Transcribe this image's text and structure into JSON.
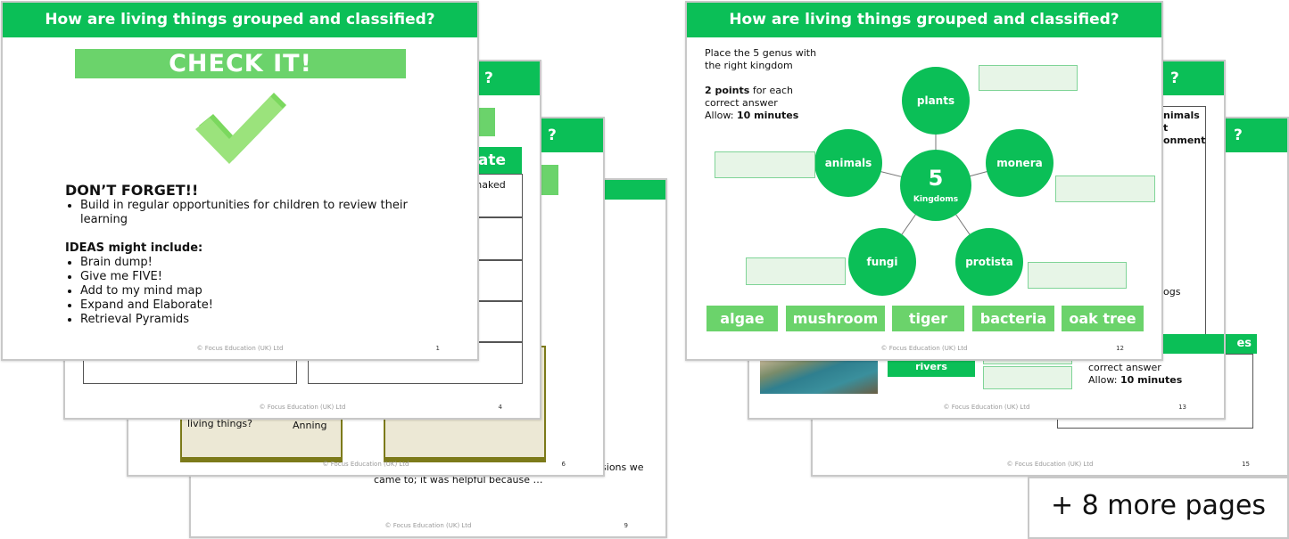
{
  "left": {
    "front": {
      "title": "How are living things grouped and classified?",
      "banner": "CHECK IT!",
      "heading": "DON’T FORGET!!",
      "bullets": [
        "Build in regular opportunities for children to review their learning"
      ],
      "ideas_heading": "IDEAS might include:",
      "ideas": [
        "Brain dump!",
        "Give me FIVE!",
        "Add to my mind map",
        "Expand and Elaborate!",
        "Retrieval Pyramids"
      ],
      "footer": "© Focus Education (UK) Ltd",
      "page": "1"
    },
    "slide4": {
      "title_fragment": "?",
      "col_header": "rate",
      "cell_text": "e naked",
      "footer": "© Focus Education (UK) Ltd",
      "page": "4"
    },
    "slide6": {
      "title_fragment": "?",
      "book_text_a": "living things?",
      "book_text_b": "d - Anning",
      "footer": "© Focus Education (UK) Ltd",
      "page": "6"
    },
    "slide9": {
      "text_a": "lusions we",
      "text_b": "came to; it was helpful because …",
      "footer": "© Focus Education (UK) Ltd",
      "page": "9"
    }
  },
  "right": {
    "front": {
      "title": "How are living things grouped and classified?",
      "instruction": "Place the 5 genus with the right kingdom",
      "points_bold": "2 points",
      "points_rest": " for each correct answer",
      "allow_label": "Allow: ",
      "allow_value": "10 minutes",
      "center_number": "5",
      "center_label": "Kingdoms",
      "kingdoms": [
        "plants",
        "animals",
        "monera",
        "fungi",
        "protista"
      ],
      "words": [
        "algae",
        "mushroom",
        "tiger",
        "bacteria",
        "oak tree"
      ],
      "footer": "© Focus Education (UK) Ltd",
      "page": "12"
    },
    "slide13": {
      "title_fragment": "?",
      "col_text": "nimals",
      "col_text2": "t",
      "col_text3": "onment",
      "rivers": "rivers",
      "ogs": "ogs",
      "allow_line1": "correct answer",
      "allow_label": "Allow: ",
      "allow_value": "10 minutes",
      "footer": "© Focus Education (UK) Ltd",
      "page": "13"
    },
    "slide15": {
      "title_fragment": "?",
      "cell_es": "es",
      "footer": "© Focus Education (UK) Ltd",
      "page": "15"
    },
    "more": "+ 8 more pages"
  },
  "colors": {
    "green": "#0bbf57",
    "light_green": "#6bd36b",
    "check": "#9be37c"
  }
}
